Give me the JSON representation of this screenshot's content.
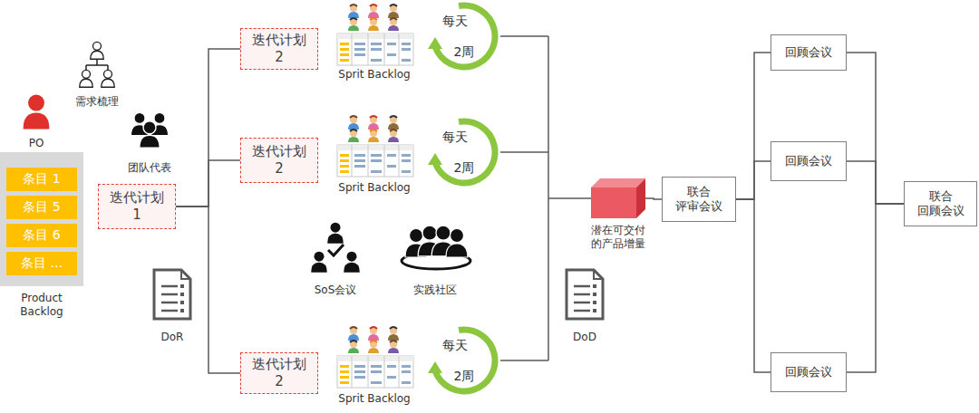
{
  "diagram": {
    "nodes": [
      {
        "text": [
          "Product Backlog"
        ]
      },
      {
        "text": [
          "条目 1"
        ],
        "in": 0
      },
      {
        "text": [
          "条目 5"
        ],
        "in": 0
      },
      {
        "text": [
          "条目 6"
        ],
        "in": 0
      },
      {
        "text": [
          "条目 …"
        ],
        "in": 0
      },
      {
        "text": [
          "迭代计划 1"
        ]
      },
      {
        "text": [
          "迭代计划 2"
        ]
      },
      {
        "text": [
          "迭代计划 2"
        ]
      },
      {
        "text": [
          "迭代计划 2"
        ]
      },
      {
        "text": [
          "潜在可交付 的产品增量"
        ]
      },
      {
        "text": [
          "联合 评审会议"
        ]
      },
      {
        "text": [
          "回顾会议"
        ]
      },
      {
        "text": [
          "回顾会议"
        ]
      },
      {
        "text": [
          "回顾会议"
        ]
      },
      {
        "text": [
          "联合 回顾会议"
        ]
      }
    ],
    "edges": [
      {
        "from": 5,
        "to": 6,
        "arrow": "none"
      },
      {
        "from": 5,
        "to": 7,
        "arrow": "none"
      },
      {
        "from": 5,
        "to": 8,
        "arrow": "none"
      },
      {
        "from": 9,
        "to": 10,
        "arrow": "none"
      },
      {
        "from": 10,
        "to": 11,
        "arrow": "none"
      },
      {
        "from": 10,
        "to": 12,
        "arrow": "none"
      },
      {
        "from": 10,
        "to": 13,
        "arrow": "none"
      },
      {
        "from": 11,
        "to": 14,
        "arrow": "none"
      },
      {
        "from": 12,
        "to": 14,
        "arrow": "none"
      },
      {
        "from": 13,
        "to": 14,
        "arrow": "none"
      }
    ],
    "labels": [
      "PO",
      "需求梳理",
      "团队代表",
      "DoR",
      "Sprit Backlog",
      "每天",
      "2周",
      "Sprit Backlog",
      "每天",
      "2周",
      "SoS会议",
      "实践社区",
      "Sprit Backlog",
      "每天",
      "2周",
      "DoD"
    ]
  }
}
